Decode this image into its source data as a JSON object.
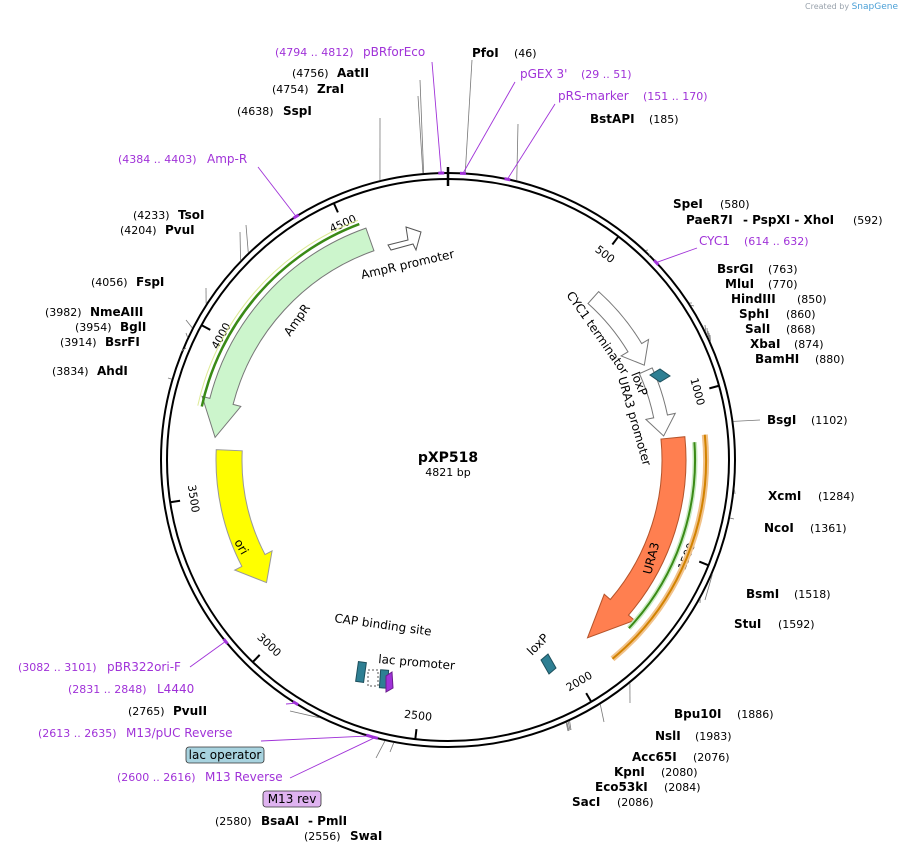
{
  "credit": {
    "prefix": "Created by",
    "brand": "SnapGene"
  },
  "map": {
    "name": "pXP518",
    "length_text": "4821 bp",
    "total_bp": 4821
  },
  "ticks": [
    {
      "label": "500",
      "bp": 500
    },
    {
      "label": "1000",
      "bp": 1000
    },
    {
      "label": "1500",
      "bp": 1500
    },
    {
      "label": "2000",
      "bp": 2000
    },
    {
      "label": "2500",
      "bp": 2500
    },
    {
      "label": "3000",
      "bp": 3000
    },
    {
      "label": "3500",
      "bp": 3500
    },
    {
      "label": "4000",
      "bp": 4000
    },
    {
      "label": "4500",
      "bp": 4500
    }
  ],
  "enzymes_right": [
    {
      "name": "PfoI",
      "pos": "(46)",
      "bp": 46
    },
    {
      "name": "BstAPI",
      "pos": "(185)",
      "bp": 185
    },
    {
      "name": "SpeI",
      "pos": "(580)",
      "bp": 580
    },
    {
      "name": "PaeR7I",
      "pos": "(592)",
      "bp": 592,
      "extra": "- PspXI  - XhoI"
    },
    {
      "name": "BsrGI",
      "pos": "(763)",
      "bp": 763
    },
    {
      "name": "MluI",
      "pos": "(770)",
      "bp": 770
    },
    {
      "name": "HindIII",
      "pos": "(850)",
      "bp": 850
    },
    {
      "name": "SphI",
      "pos": "(860)",
      "bp": 860
    },
    {
      "name": "SalI",
      "pos": "(868)",
      "bp": 868
    },
    {
      "name": "XbaI",
      "pos": "(874)",
      "bp": 874
    },
    {
      "name": "BamHI",
      "pos": "(880)",
      "bp": 880
    },
    {
      "name": "BsgI",
      "pos": "(1102)",
      "bp": 1102
    },
    {
      "name": "XcmI",
      "pos": "(1284)",
      "bp": 1284
    },
    {
      "name": "NcoI",
      "pos": "(1361)",
      "bp": 1361
    },
    {
      "name": "BsmI",
      "pos": "(1518)",
      "bp": 1518
    },
    {
      "name": "StuI",
      "pos": "(1592)",
      "bp": 1592
    },
    {
      "name": "Bpu10I",
      "pos": "(1886)",
      "bp": 1886
    },
    {
      "name": "NslI",
      "pos": "(1983)",
      "bp": 1983
    },
    {
      "name": "Acc65I",
      "pos": "(2076)",
      "bp": 2076
    },
    {
      "name": "KpnI",
      "pos": "(2080)",
      "bp": 2080
    },
    {
      "name": "Eco53kI",
      "pos": "(2084)",
      "bp": 2084
    },
    {
      "name": "SacI",
      "pos": "(2086)",
      "bp": 2086
    }
  ],
  "enzymes_left": [
    {
      "name": "AatII",
      "pos": "(4756)",
      "bp": 4756
    },
    {
      "name": "ZraI",
      "pos": "(4754)",
      "bp": 4754
    },
    {
      "name": "SspI",
      "pos": "(4638)",
      "bp": 4638
    },
    {
      "name": "TsoI",
      "pos": "(4233)",
      "bp": 4233
    },
    {
      "name": "PvuI",
      "pos": "(4204)",
      "bp": 4204
    },
    {
      "name": "FspI",
      "pos": "(4056)",
      "bp": 4056
    },
    {
      "name": "NmeAIII",
      "pos": "(3982)",
      "bp": 3982
    },
    {
      "name": "BglI",
      "pos": "(3954)",
      "bp": 3954
    },
    {
      "name": "BsrFI",
      "pos": "(3914)",
      "bp": 3914
    },
    {
      "name": "AhdI",
      "pos": "(3834)",
      "bp": 3834
    },
    {
      "name": "PvuII",
      "pos": "(2765)",
      "bp": 2765
    },
    {
      "name": "BsaAI",
      "pos": "(2580)",
      "bp": 2580,
      "extra": "- PmlI"
    },
    {
      "name": "SwaI",
      "pos": "(2556)",
      "bp": 2556
    }
  ],
  "primers": [
    {
      "name": "pBRforEco",
      "pos": "(4794 .. 4812)"
    },
    {
      "name": "pGEX 3'",
      "pos": "(29 .. 51)"
    },
    {
      "name": "pRS-marker",
      "pos": "(151 .. 170)"
    },
    {
      "name": "Amp-R",
      "pos": "(4384 .. 4403)"
    },
    {
      "name": "CYC1",
      "pos": "(614 .. 632)"
    },
    {
      "name": "pBR322ori-F",
      "pos": "(3082 .. 3101)"
    },
    {
      "name": "L4440",
      "pos": "(2831 .. 2848)"
    },
    {
      "name": "M13/pUC Reverse",
      "pos": "(2613 .. 2635)"
    },
    {
      "name": "M13 Reverse",
      "pos": "(2600 .. 2616)"
    }
  ],
  "features": [
    {
      "name": "AmpR promoter"
    },
    {
      "name": "AmpR"
    },
    {
      "name": "ori"
    },
    {
      "name": "CYC1 terminator"
    },
    {
      "name": "loxP"
    },
    {
      "name": "URA3 promoter"
    },
    {
      "name": "URA3"
    },
    {
      "name": "loxP"
    },
    {
      "name": "CAP binding site"
    },
    {
      "name": "lac promoter"
    }
  ],
  "boxes": {
    "lac_operator": "lac operator",
    "m13_rev": "M13 rev"
  },
  "colors": {
    "ampr": "#ccf5cc",
    "ori": "#ffff00",
    "ura3": "#ff7f50",
    "loxp": "#2e7f93",
    "primer": "#a032d8",
    "orf_green": "#3a8a16",
    "orf_orange": "#d28200"
  }
}
